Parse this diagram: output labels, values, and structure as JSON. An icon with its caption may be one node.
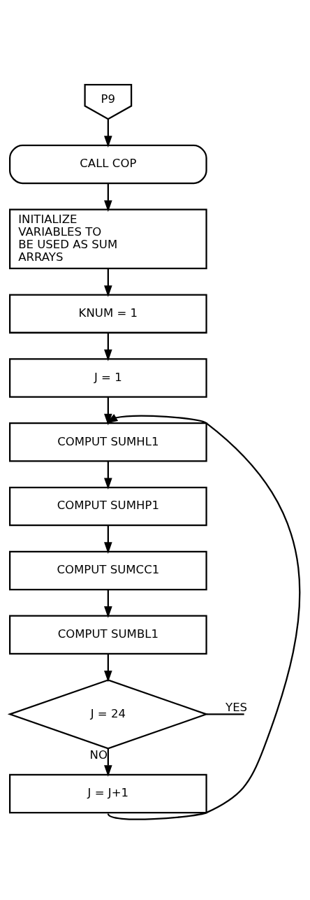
{
  "diagram": {
    "nodes": [
      {
        "text": [
          "P9"
        ]
      },
      {
        "text": [
          "CALL COP"
        ]
      },
      {
        "text": [
          "INITIALIZE VARIABLES TO BE USED AS SUM ARRAYS"
        ]
      },
      {
        "text": [
          "KNUM = 1"
        ]
      },
      {
        "text": [
          "J = 1"
        ]
      },
      {
        "text": [
          "COMPUT SUMHL1"
        ]
      },
      {
        "text": [
          "COMPUT SUMHP1"
        ]
      },
      {
        "text": [
          "COMPUT SUMCC1"
        ]
      },
      {
        "text": [
          "COMPUT SUMBL1"
        ]
      },
      {
        "text": [
          "J = 24"
        ]
      },
      {
        "text": [
          "J = J+1"
        ]
      }
    ],
    "edges": [
      {
        "from": 0,
        "to": 1,
        "arrow": "to"
      },
      {
        "from": 1,
        "to": 2,
        "arrow": "to"
      },
      {
        "from": 2,
        "to": 3,
        "arrow": "to"
      },
      {
        "from": 3,
        "to": 4,
        "arrow": "to"
      },
      {
        "from": 4,
        "to": 5,
        "arrow": "to"
      },
      {
        "from": 5,
        "to": 6,
        "arrow": "to"
      },
      {
        "from": 6,
        "to": 7,
        "arrow": "to"
      },
      {
        "from": 7,
        "to": 8,
        "arrow": "to"
      },
      {
        "from": 8,
        "to": 9,
        "arrow": "to"
      },
      {
        "from": 9,
        "to": null,
        "arrow": "none",
        "label": "YES"
      },
      {
        "from": 9,
        "to": 10,
        "arrow": "to",
        "label": "NO"
      },
      {
        "from": 10,
        "to": 5,
        "arrow": "to"
      }
    ]
  }
}
